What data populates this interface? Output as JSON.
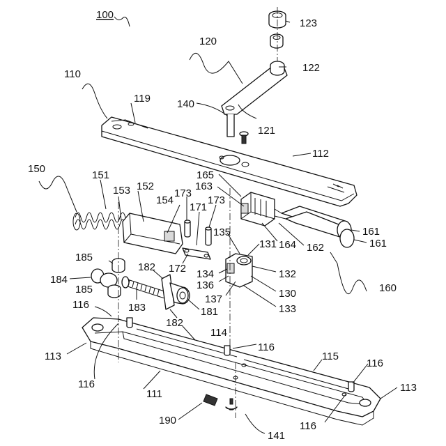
{
  "figure": {
    "labels": {
      "l100": "100",
      "l110": "110",
      "l111": "111",
      "l112": "112",
      "l113a": "113",
      "l113b": "113",
      "l114": "114",
      "l115": "115",
      "l116a": "116",
      "l116b": "116",
      "l116c": "116",
      "l116d": "116",
      "l116e": "116",
      "l119": "119",
      "l120": "120",
      "l121": "121",
      "l122": "122",
      "l123": "123",
      "l130": "130",
      "l131": "131",
      "l132": "132",
      "l133": "133",
      "l134": "134",
      "l135": "135",
      "l136": "136",
      "l137": "137",
      "l140": "140",
      "l141": "141",
      "l150": "150",
      "l151": "151",
      "l152": "152",
      "l153": "153",
      "l154": "154",
      "l160": "160",
      "l161a": "161",
      "l161b": "161",
      "l162": "162",
      "l163": "163",
      "l164": "164",
      "l165": "165",
      "l171": "171",
      "l172": "172",
      "l173a": "173",
      "l173b": "173",
      "l181": "181",
      "l182a": "182",
      "l182b": "182",
      "l183": "183",
      "l184": "184",
      "l185a": "185",
      "l185b": "185",
      "l190": "190"
    }
  }
}
